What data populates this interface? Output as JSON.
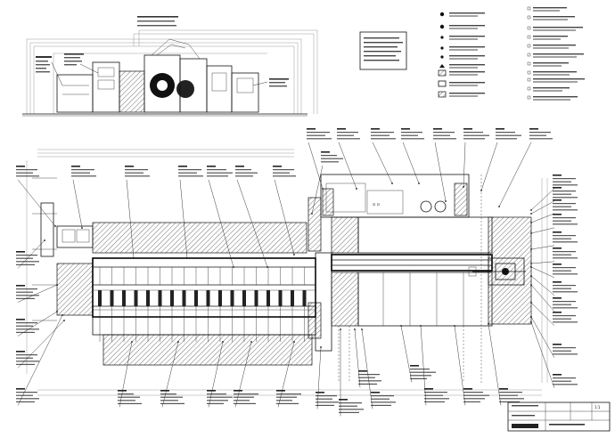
{
  "sheet": {
    "title_block": {
      "row1": "",
      "row2": "",
      "sheet_no": "1:1"
    }
  },
  "elevation": {
    "caption_lines": [
      "",
      "",
      ""
    ]
  },
  "notes_box": {
    "lines": [
      "",
      "",
      "",
      ""
    ]
  },
  "legend": {
    "columns": 2
  },
  "colors": {
    "line": "#111111",
    "paper": "#ffffff",
    "hatch": "#333333"
  },
  "callouts_top_count": 16,
  "callouts_bottom_count": 14,
  "callouts_right_count": 12,
  "callouts_left_count": 4
}
